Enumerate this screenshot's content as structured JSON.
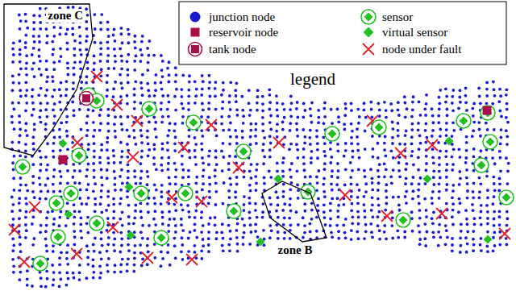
{
  "diagram": {
    "nodes": [
      {
        "text": [
          "zone C"
        ]
      },
      {
        "text": [
          "zone B"
        ]
      }
    ],
    "labels": [
      "legend"
    ],
    "legend": [
      {
        "text": "junction node"
      },
      {
        "text": "reservoir node"
      },
      {
        "text": "tank node"
      },
      {
        "text": "sensor"
      },
      {
        "text": "virtual sensor"
      },
      {
        "text": "node under fault"
      }
    ]
  }
}
